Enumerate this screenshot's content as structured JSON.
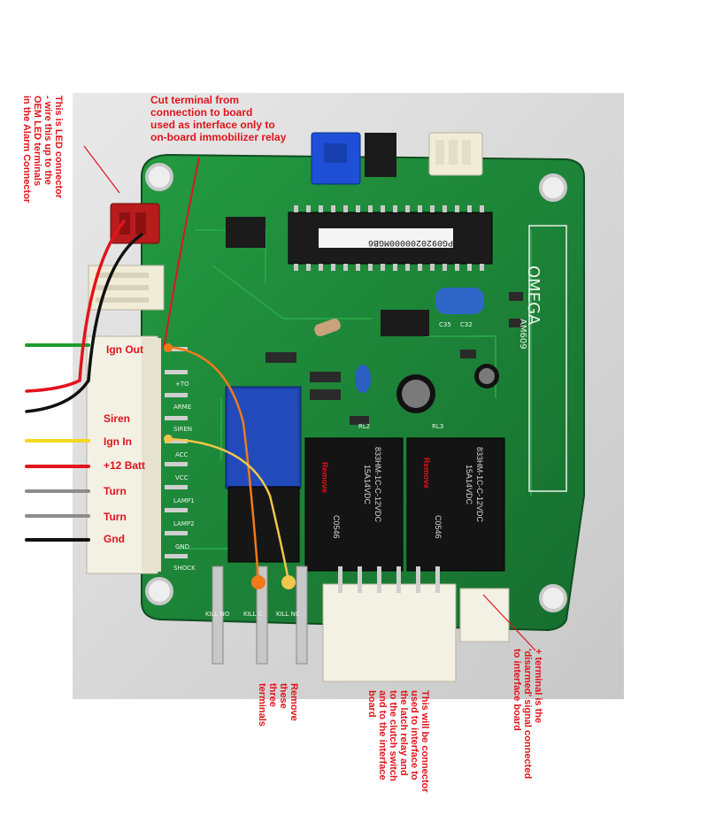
{
  "annotations": {
    "led_connector": [
      "This is LED connector",
      "- wire this up to the",
      "OEM LED terminals",
      "in the Alarm Connector"
    ],
    "cut_terminal": [
      "Cut terminal from",
      "connection to board",
      "used as interface only to",
      "on-board immobilizer relay"
    ],
    "remove_terminals": [
      "Remove",
      "these",
      "three",
      "terminals"
    ],
    "interface_connector": [
      "This will be connector",
      "used to interface to",
      "the latch relay and",
      "to the clutch switch",
      "and to the interface",
      "board"
    ],
    "plus_terminal": [
      "+ terminal is the",
      "'disarmed' signal connected",
      "to interface board"
    ]
  },
  "pin_labels": [
    "Ign Out",
    "Siren",
    "Ign In",
    "+12 Batt",
    "Turn",
    "Turn",
    "Gnd"
  ],
  "relay_remove_labels": [
    "Remove",
    "Remove"
  ],
  "chip_text": "PG0920200000MGB6",
  "relay_text": [
    "833HM-1C-C-12VDC",
    "15A14VDC",
    "C0546"
  ],
  "board_brand": "OMEGA",
  "board_model": "AM609",
  "silkscreen": [
    "Ign Out",
    "+TO",
    "ARME",
    "SIREN",
    "ACC",
    "VCC",
    "LAMP1",
    "LAMP2",
    "GND",
    "SHOCK",
    "KILL NO",
    "KILL C",
    "KILL NC",
    "RL2",
    "RL3",
    "C35",
    "C32"
  ],
  "colors": {
    "pcb": "#1f8a3a",
    "pcb_dark": "#135e27",
    "annotation_red": "#e0141c",
    "wire_green": "#1e9c2e",
    "wire_red": "#e2141c",
    "wire_black": "#111111",
    "wire_yellow": "#f2d81e",
    "wire_gray": "#8c8c8c",
    "orange_marker": "#f07a1a",
    "yellow_marker": "#f2c64a"
  }
}
